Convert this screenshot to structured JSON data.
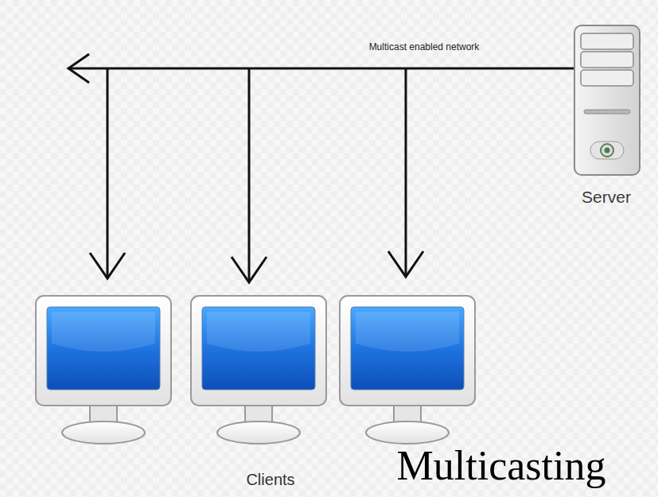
{
  "diagram": {
    "nodes": [
      {
        "text": [
          "Server"
        ]
      }
    ],
    "labels": [
      "Multicast enabled network",
      "Clients",
      "Multicasting"
    ]
  }
}
